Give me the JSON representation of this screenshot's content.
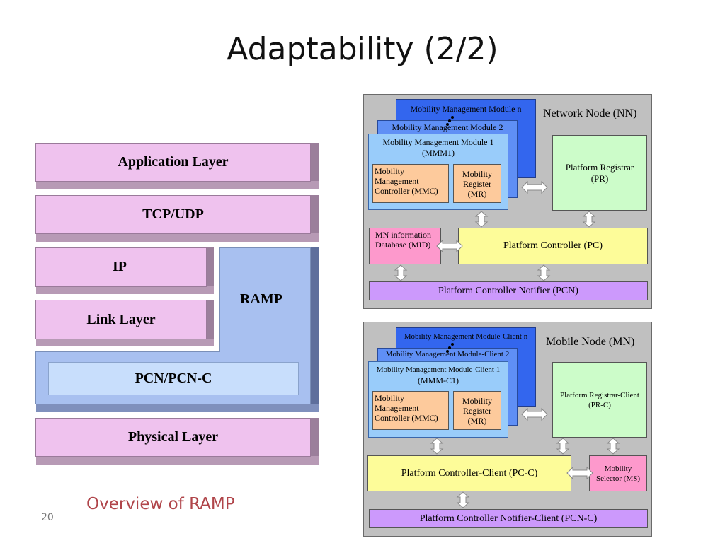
{
  "title": "Adaptability (2/2)",
  "caption": "Overview of RAMP",
  "page_number": "20",
  "stack": {
    "application": "Application Layer",
    "tcp": "TCP/UDP",
    "ip": "IP",
    "link": "Link Layer",
    "ramp": "RAMP",
    "pcn": "PCN/PCN-C",
    "physical": "Physical Layer"
  },
  "network_node": {
    "label": "Network Node (NN)",
    "mmm_n": "Mobility Management Module n",
    "mmm_2": "Mobility Management Module 2",
    "mmm_1_line1": "Mobility Management Module 1",
    "mmm_1_line2": "(MMM1)",
    "mmc_1": "Mobility",
    "mmc_2": "Management",
    "mmc_3": "Controller (MMC)",
    "mr_1": "Mobility",
    "mr_2": "Register",
    "mr_3": "(MR)",
    "pr_1": "Platform Registrar",
    "pr_2": "(PR)",
    "mid_1": "MN information",
    "mid_2": "Database (MID)",
    "pc": "Platform Controller (PC)",
    "pcn": "Platform Controller Notifier (PCN)"
  },
  "mobile_node": {
    "label": "Mobile Node (MN)",
    "mmm_n": "Mobility Management Module-Client n",
    "mmm_2": "Mobility Management Module-Client 2",
    "mmm_1_line1": "Mobility Management Module-Client 1",
    "mmm_1_line2": "(MMM-C1)",
    "mmc_1": "Mobility",
    "mmc_2": "Management",
    "mmc_3": "Controller (MMC)",
    "mr_1": "Mobility",
    "mr_2": "Register",
    "mr_3": "(MR)",
    "prc_1": "Platform Registrar-Client",
    "prc_2": "(PR-C)",
    "pcc": "Platform Controller-Client (PC-C)",
    "ms_1": "Mobility",
    "ms_2": "Selector (MS)",
    "pcnc": "Platform Controller Notifier-Client (PCN-C)"
  }
}
